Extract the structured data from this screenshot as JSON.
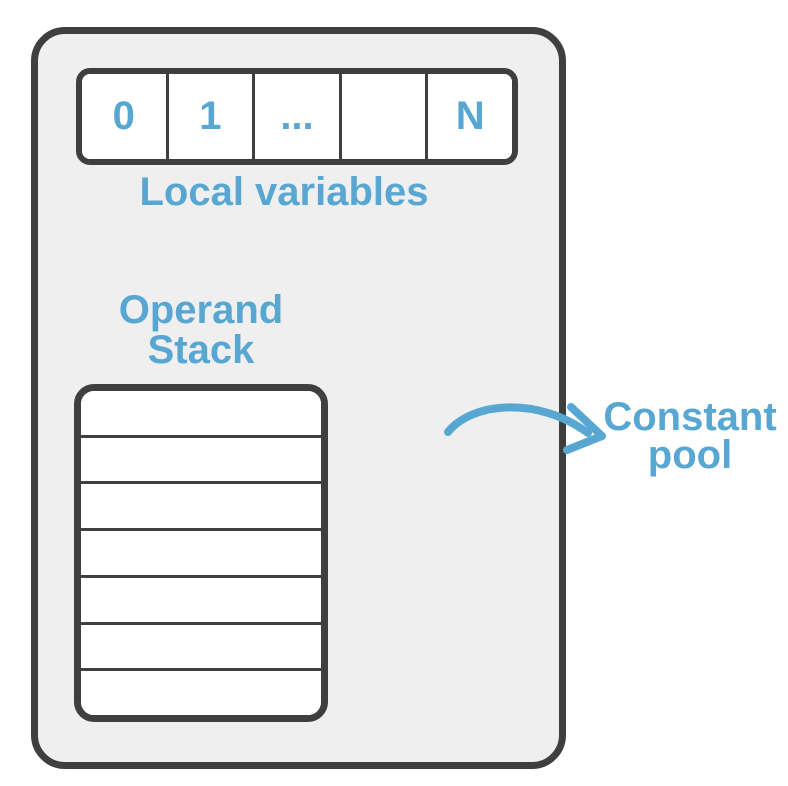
{
  "diagram": {
    "colors": {
      "accent": "#58a7d2",
      "outline": "#3f3f3f",
      "frame_fill": "#efefef",
      "cell_fill": "#ffffff",
      "page_bg": "#ffffff"
    },
    "local_variables": {
      "label": "Local variables",
      "cells": [
        "0",
        "1",
        "...",
        "",
        "N"
      ]
    },
    "operand_stack": {
      "label_line1": "Operand",
      "label_line2": "Stack",
      "row_count": 7
    },
    "constant_pool": {
      "label_line1": "Constant",
      "label_line2": "pool"
    },
    "icons": {
      "arrow": "curved-arrow-icon"
    }
  }
}
